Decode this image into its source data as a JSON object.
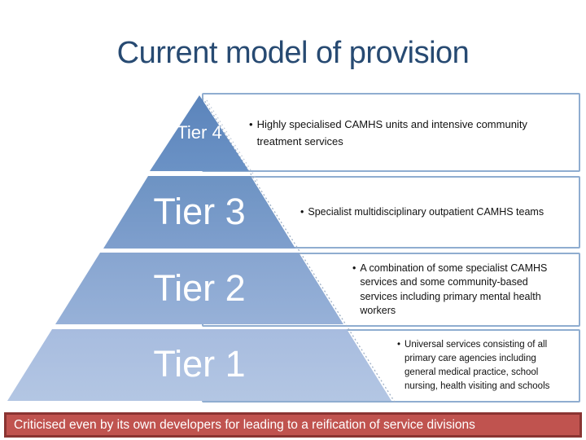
{
  "slide": {
    "title": "Current model of provision"
  },
  "pyramid": {
    "bullet": "•",
    "tiers": [
      {
        "label": "Tier 4",
        "description": "Highly specialised CAMHS units and intensive community\ntreatment services",
        "fill_top": "#5b84bb",
        "fill_bottom": "#6b92c5"
      },
      {
        "label": "Tier 3",
        "description": "Specialist multidisciplinary outpatient CAMHS teams",
        "fill_top": "#6d93c3",
        "fill_bottom": "#7f9fcd"
      },
      {
        "label": "Tier 2",
        "description": "A combination of some specialist CAMHS\nservices and some community-based\nservices including primary mental health\nworkers",
        "fill_top": "#87a5d0",
        "fill_bottom": "#97b1d8"
      },
      {
        "label": "Tier 1",
        "description": "Universal services consisting of all\nprimary care agencies including\ngeneral medical practice, school\nnursing, health visiting and schools",
        "fill_top": "#a7bcdf",
        "fill_bottom": "#b3c6e3"
      }
    ]
  },
  "footer": {
    "text": "Criticised even by its own developers for leading to a reification of service divisions",
    "fill": "#c0534f",
    "border_color": "#8a3432",
    "text_color": "#ffffff"
  },
  "colors": {
    "title": "#274a72",
    "box_border": "#8fadd0",
    "dotted_line": "#9fb0c6"
  }
}
